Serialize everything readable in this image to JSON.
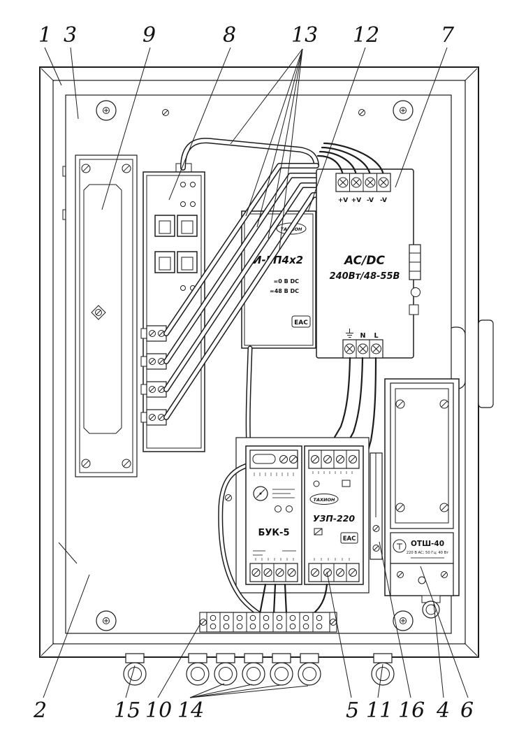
{
  "callouts": {
    "top": [
      "1",
      "3",
      "9",
      "8",
      "13",
      "12",
      "7"
    ],
    "bottom": [
      "2",
      "15",
      "10",
      "14",
      "5",
      "11",
      "16",
      "4",
      "6"
    ]
  },
  "components": {
    "brand": "ТАХИОН",
    "eac_mark": "EAC",
    "converter": {
      "name": "И-ЕП4х2",
      "spec1": "=0 В DC",
      "spec2": "=48 В DC"
    },
    "psu": {
      "line1": "AC/DC",
      "line2": "240Вт/48-55В",
      "top_terminals": [
        "+V",
        "+V",
        "-V",
        "-V"
      ],
      "bottom_terminals": [
        "⏚",
        "N",
        "L"
      ]
    },
    "buk": {
      "name": "БУК-5"
    },
    "uzp": {
      "name": "УЗП-220"
    },
    "otsh": {
      "name": "ОТШ-40",
      "spec": "220 В AC; 50 Гц; 40 Вт"
    }
  }
}
